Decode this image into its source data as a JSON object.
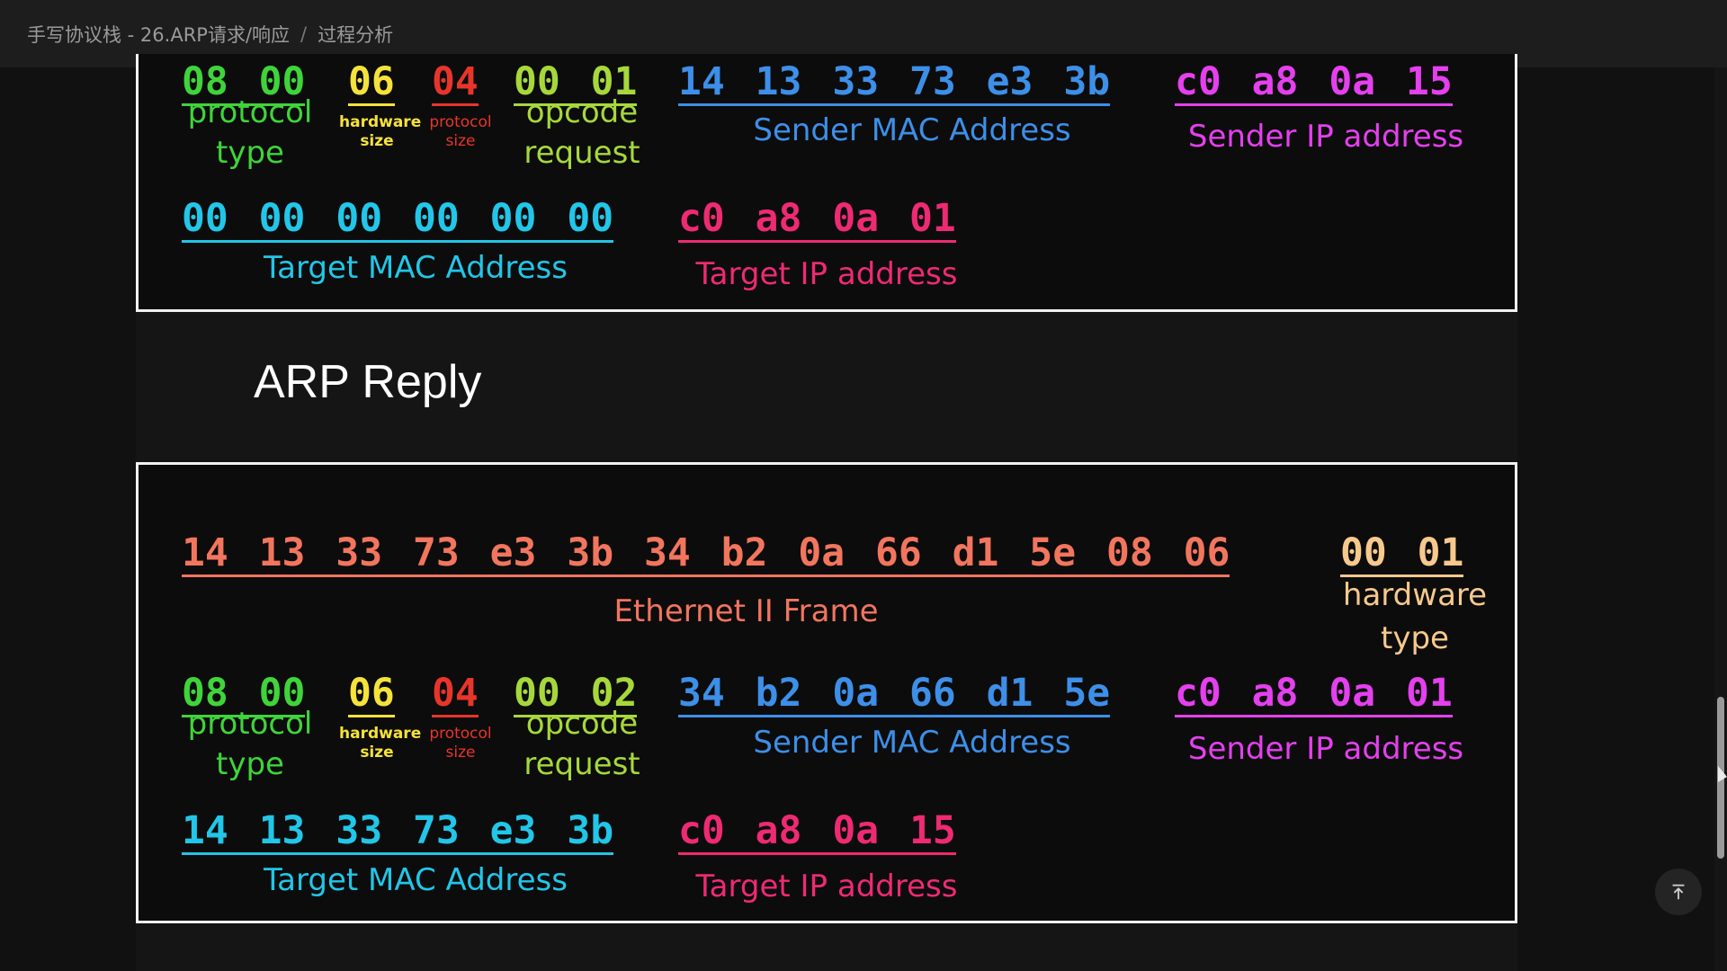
{
  "breadcrumb": {
    "doc": "手写协议栈 - 26.ARP请求/响应",
    "separator": "/",
    "current": "过程分析"
  },
  "heading": "ARP Reply",
  "request": {
    "protocol_type": "08 00",
    "hardware_size": "06",
    "protocol_size": "04",
    "opcode": "00 01",
    "sender_mac": "14 13 33 73 e3 3b",
    "sender_ip": "c0 a8 0a 15",
    "target_mac": "00 00 00 00 00 00",
    "target_ip": "c0 a8 0a 01"
  },
  "reply": {
    "ethernet": "14 13 33 73 e3 3b 34 b2 0a 66 d1 5e 08 06",
    "hardware_type": "00 01",
    "protocol_type": "08 00",
    "hardware_size": "06",
    "protocol_size": "04",
    "opcode": "00 02",
    "sender_mac": "34 b2 0a 66 d1 5e",
    "sender_ip": "c0 a8 0a 01",
    "target_mac": "14 13 33 73 e3 3b",
    "target_ip": "c0 a8 0a 15"
  },
  "labels": {
    "protocol": "protocol",
    "type": "type",
    "hardware": "hardware",
    "protocol_small": "protocol",
    "size": "size",
    "opcode": "opcode",
    "request": "request",
    "sender_mac": "Sender MAC Address",
    "sender_ip": "Sender IP address",
    "target_mac": "Target MAC Address",
    "target_ip": "Target IP address",
    "ethernet": "Ethernet II Frame",
    "hardware_type_1": "hardware",
    "hardware_type_2": "type"
  },
  "colors": {
    "green": "#3fd43a",
    "yellow": "#f5e23a",
    "red": "#e8352a",
    "lime": "#a6d83a",
    "blue": "#3d8fe8",
    "magenta": "#e440ee",
    "cyan": "#22c6e8",
    "pink": "#ee2a72",
    "salmon": "#f2755e",
    "peach": "#f7c98c"
  },
  "icons": {
    "scroll_top": "arrow-up-bar-icon",
    "cursor": "mouse-pointer-icon"
  }
}
